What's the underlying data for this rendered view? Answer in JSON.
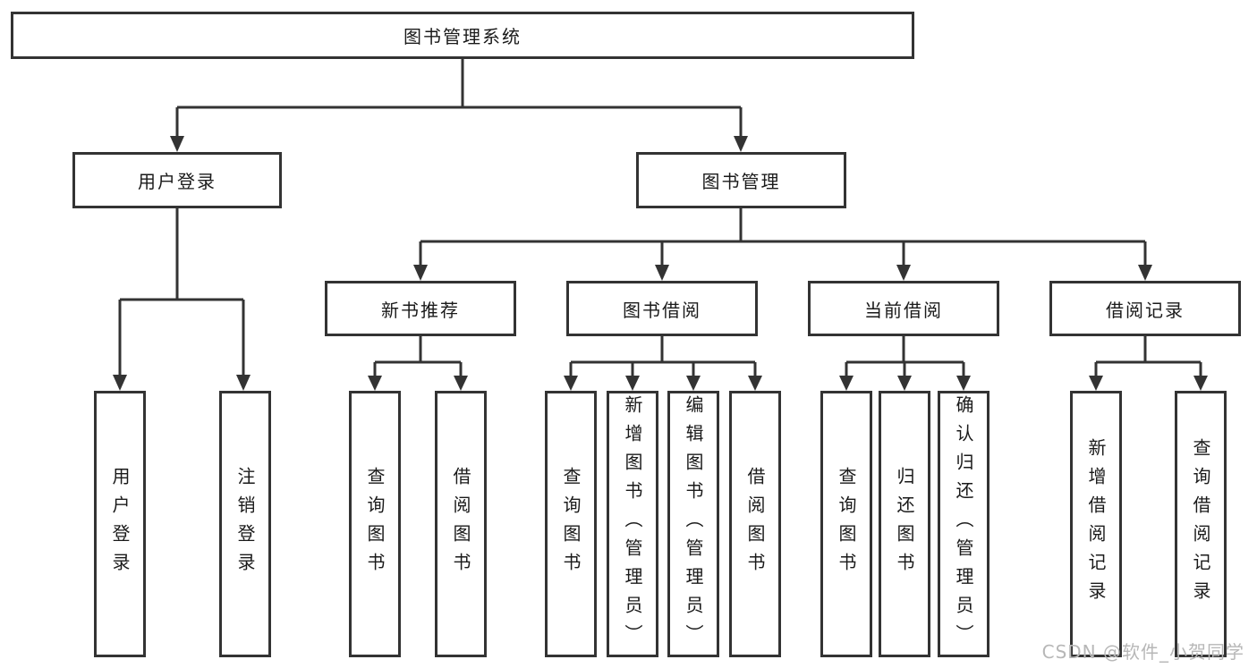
{
  "diagram": {
    "root": {
      "label": "图书管理系统"
    },
    "user_login": {
      "label": "用户登录",
      "children": [
        {
          "label": "用户登录"
        },
        {
          "label": "注销登录"
        }
      ]
    },
    "book_mgmt": {
      "label": "图书管理",
      "children": [
        {
          "label": "新书推荐",
          "children": [
            {
              "label": "查询图书"
            },
            {
              "label": "借阅图书"
            }
          ]
        },
        {
          "label": "图书借阅",
          "children": [
            {
              "label": "查询图书"
            },
            {
              "label": "新增图书（管理员）"
            },
            {
              "label": "编辑图书（管理员）"
            },
            {
              "label": "借阅图书"
            }
          ]
        },
        {
          "label": "当前借阅",
          "children": [
            {
              "label": "查询图书"
            },
            {
              "label": "归还图书"
            },
            {
              "label": "确认归还（管理员）"
            }
          ]
        },
        {
          "label": "借阅记录",
          "children": [
            {
              "label": "新增借阅记录"
            },
            {
              "label": "查询借阅记录"
            }
          ]
        }
      ]
    }
  },
  "watermark": {
    "text": "CSDN @软件_小贺同学"
  },
  "colors": {
    "line": "#333333",
    "text": "#1a1a1a",
    "background": "#ffffff",
    "watermark": "#b7b7b7"
  }
}
